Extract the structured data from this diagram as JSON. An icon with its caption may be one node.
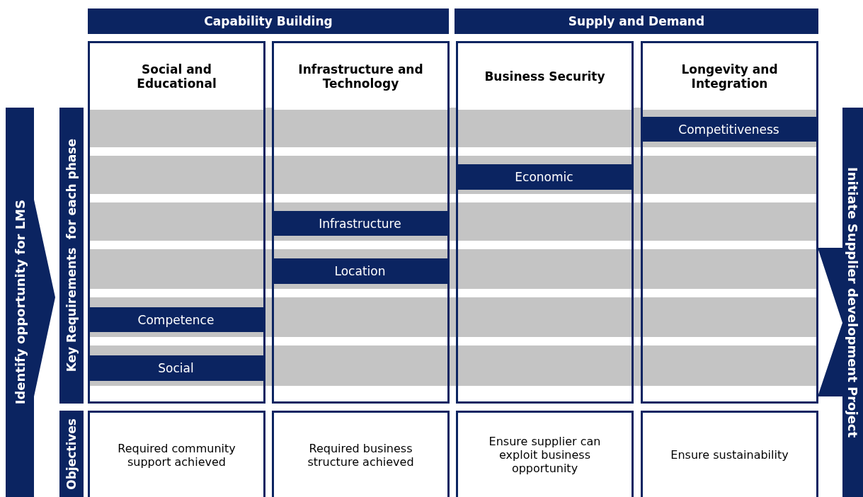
{
  "diagram": {
    "nodes": [
      {
        "text": [
          "Capability Building"
        ]
      },
      {
        "text": [
          "Supply and Demand"
        ]
      },
      {
        "text": [
          "Identify opportunity for LMS"
        ]
      },
      {
        "text": [
          "Social and Educational"
        ]
      },
      {
        "text": [
          "Infrastructure and Technology"
        ]
      },
      {
        "text": [
          "Business Security"
        ]
      },
      {
        "text": [
          "Longevity and Integration"
        ]
      },
      {
        "text": [
          "Initiate Supplier development Project"
        ]
      },
      {
        "text": [
          "Key Requirements  for each phase"
        ]
      },
      {
        "text": [
          "Competitiveness"
        ],
        "in": 6
      },
      {
        "text": [
          "Economic"
        ],
        "in": 5
      },
      {
        "text": [
          "Infrastructure"
        ],
        "in": 4
      },
      {
        "text": [
          "Location"
        ],
        "in": 4
      },
      {
        "text": [
          "Competence"
        ],
        "in": 3
      },
      {
        "text": [
          "Social"
        ],
        "in": 3
      },
      {
        "text": [
          "Objectives"
        ]
      },
      {
        "text": [
          "Required community support achieved"
        ]
      },
      {
        "text": [
          "Required business structure achieved"
        ]
      },
      {
        "text": [
          "Ensure supplier can exploit business opportunity"
        ]
      },
      {
        "text": [
          "Ensure sustainability"
        ]
      }
    ],
    "edges": []
  }
}
